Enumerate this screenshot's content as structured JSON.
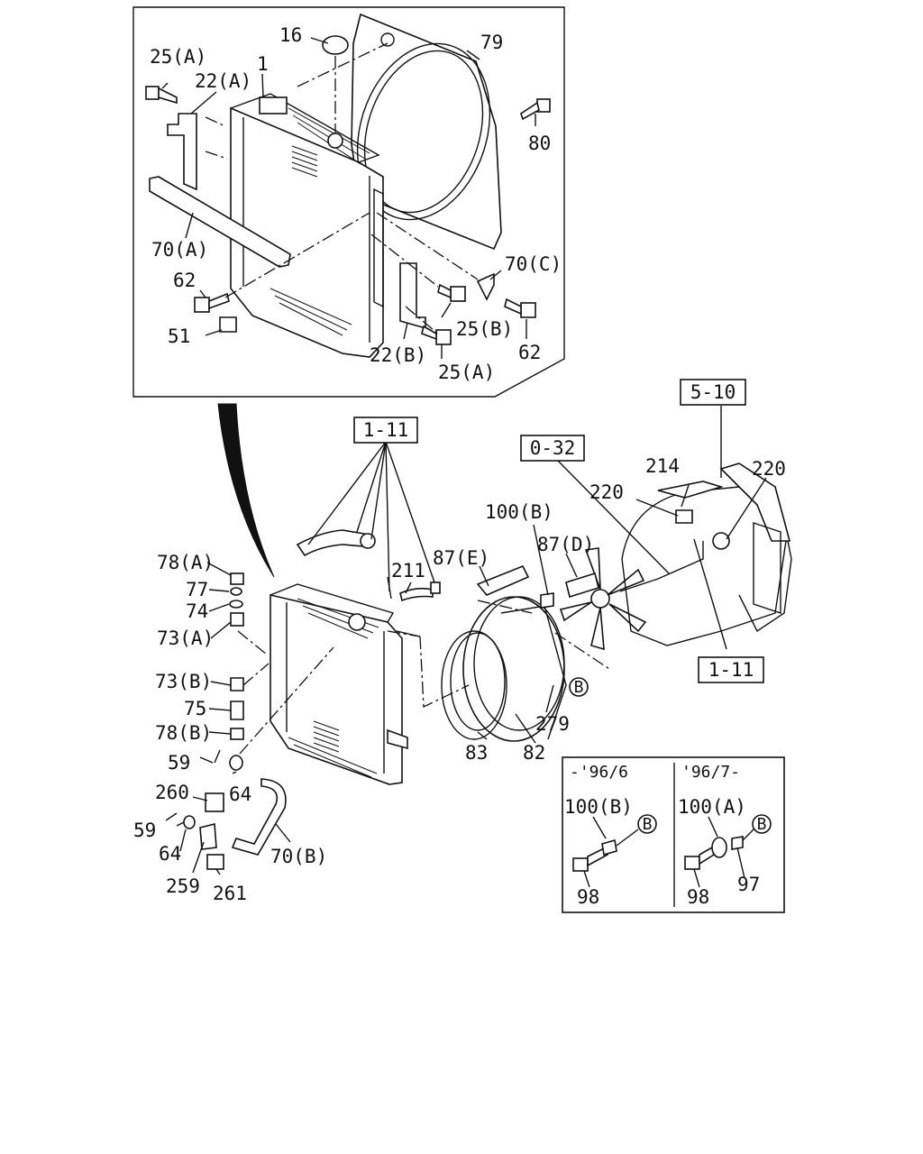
{
  "callouts": {
    "l16": "16",
    "l79": "79",
    "l25a_top": "25(A)",
    "l22a": "22(A)",
    "l1": "1",
    "l80": "80",
    "l70a": "70(A)",
    "l70c": "70(C)",
    "l62_left": "62",
    "l51": "51",
    "l25b": "25(B)",
    "l62_right": "62",
    "l22b": "22(B)",
    "l25a_bottom": "25(A)",
    "l211": "211",
    "l87e": "87(E)",
    "l100b_main": "100(B)",
    "l87d": "87(D)",
    "l220_a": "220",
    "l214": "214",
    "l220_b": "220",
    "l78a": "78(A)",
    "l77": "77",
    "l74": "74",
    "l73a": "73(A)",
    "l73b": "73(B)",
    "l75": "75",
    "l78b": "78(B)",
    "l59_a": "59",
    "l64_a": "64",
    "l260": "260",
    "l59_b": "59",
    "l64_b": "64",
    "l70b": "70(B)",
    "l259": "259",
    "l261": "261",
    "l279": "279",
    "l83": "83",
    "l82": "82",
    "l100b_inset": "100(B)",
    "l98_a": "98",
    "l100a_inset": "100(A)",
    "l98_b": "98",
    "l97": "97"
  },
  "reference_boxes": {
    "r1_11_top": "1-11",
    "r0_32": "0-32",
    "r5_10": "5-10",
    "r1_11_right": "1-11"
  },
  "circled_refs": {
    "b_main": "B",
    "b_inset_left": "B",
    "b_inset_right": "B"
  },
  "inset": {
    "period_left": "-'96/6",
    "period_right": "'96/7-"
  }
}
